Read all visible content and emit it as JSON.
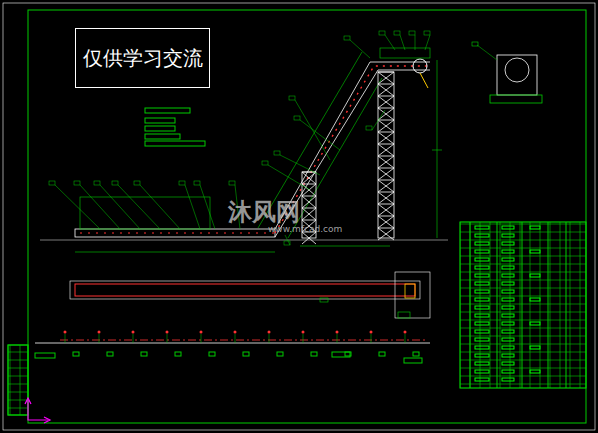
{
  "diagram": {
    "nodes": [
      {
        "text": [
          "仅供学习交流"
        ]
      }
    ],
    "edges": [],
    "labels": [
      "沐风网",
      "www.mfcad.com"
    ]
  }
}
